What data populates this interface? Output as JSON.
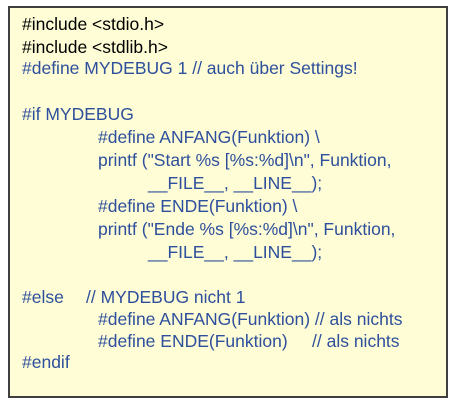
{
  "colors": {
    "background": "#fefdd6",
    "border": "#3f3f3f",
    "code_black": "#000000",
    "code_blue": "#2e4f9c"
  },
  "code_lines": [
    "#include <stdio.h>",
    "#include <stdlib.h>",
    "#define MYDEBUG 1 // auch über Settings!",
    "#if MYDEBUG",
    "#define ANFANG(Funktion) \\",
    "printf (\"Start %s [%s:%d]\\n\", Funktion,",
    "__FILE__, __LINE__);",
    "#define ENDE(Funktion) \\",
    "printf (\"Ende %s [%s:%d]\\n\", Funktion,",
    "__FILE__, __LINE__);",
    "#else",
    "// MYDEBUG nicht 1",
    "#define ANFANG(Funktion) // als nichts",
    "#define ENDE(Funktion)",
    "// als nichts",
    "#endif"
  ]
}
